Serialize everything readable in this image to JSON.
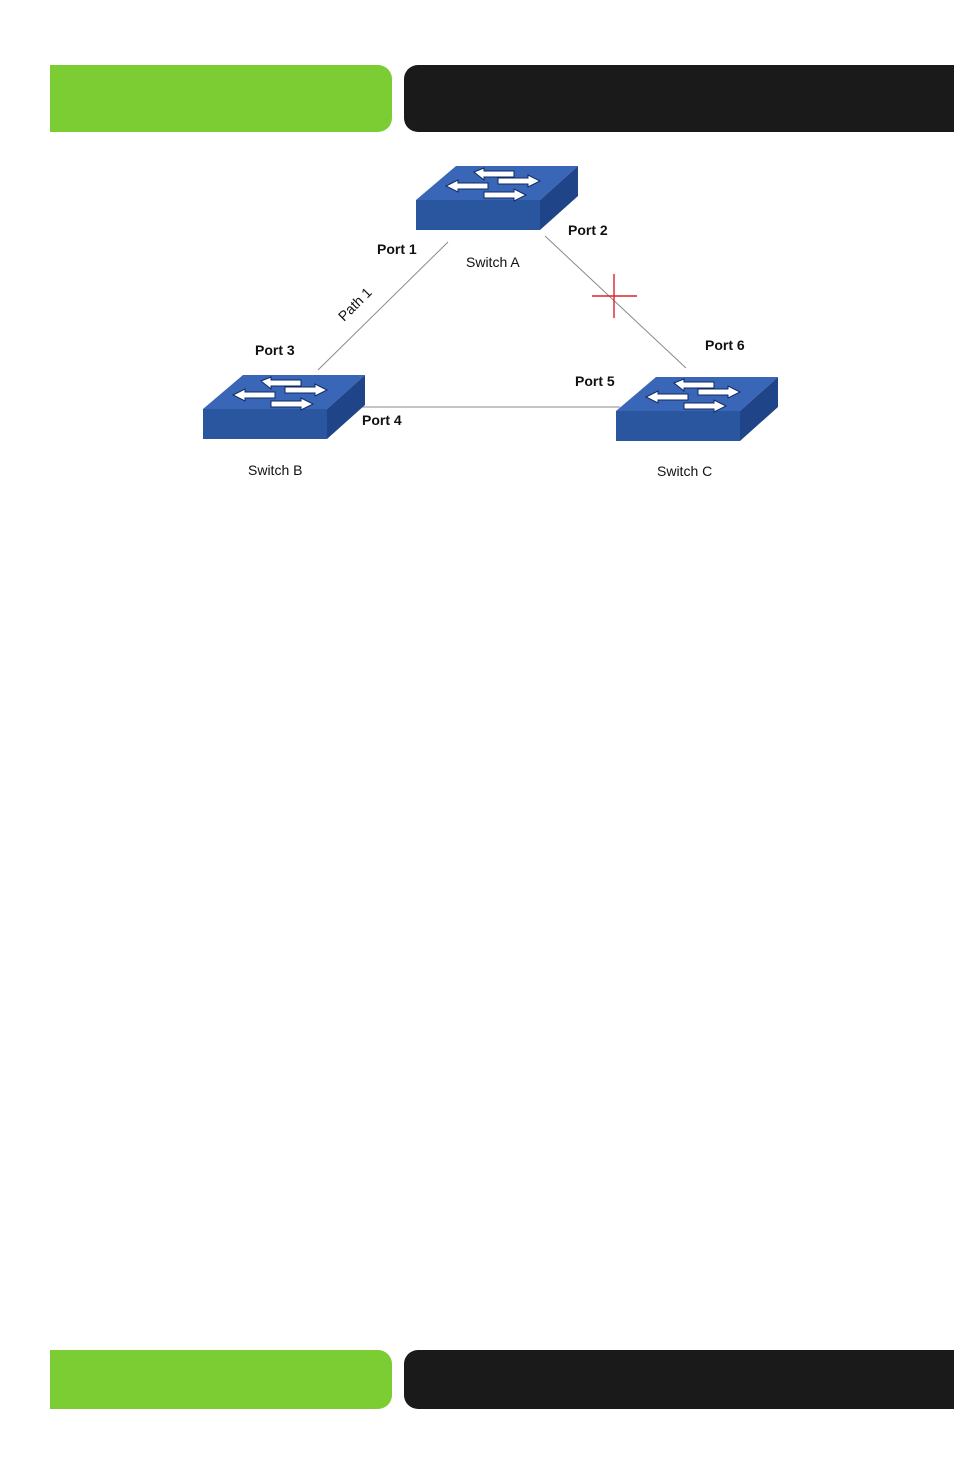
{
  "colors": {
    "accent_green": "#7ccc33",
    "header_black": "#1a1a1a",
    "switch_blue": "#2e5aa8",
    "link_gray": "#8a8a8a",
    "blocked_mark": "#e0202c"
  },
  "diagram": {
    "switches": [
      {
        "id": "A",
        "label": "Switch A",
        "icon": "network-switch-icon"
      },
      {
        "id": "B",
        "label": "Switch B",
        "icon": "network-switch-icon"
      },
      {
        "id": "C",
        "label": "Switch C",
        "icon": "network-switch-icon"
      }
    ],
    "ports": {
      "p1": "Port 1",
      "p2": "Port 2",
      "p3": "Port 3",
      "p4": "Port 4",
      "p5": "Port 5",
      "p6": "Port 6"
    },
    "links": [
      {
        "from": "A",
        "to": "B",
        "ports": [
          "Port 1",
          "Port 3"
        ],
        "label": "Path 1",
        "blocked": false
      },
      {
        "from": "A",
        "to": "C",
        "ports": [
          "Port 2",
          "Port 6"
        ],
        "label": "",
        "blocked": true
      },
      {
        "from": "B",
        "to": "C",
        "ports": [
          "Port 4",
          "Port 5"
        ],
        "label": "",
        "blocked": false
      }
    ],
    "path_label": "Path 1",
    "blocked_marker_icon": "blocked-cross-icon"
  }
}
